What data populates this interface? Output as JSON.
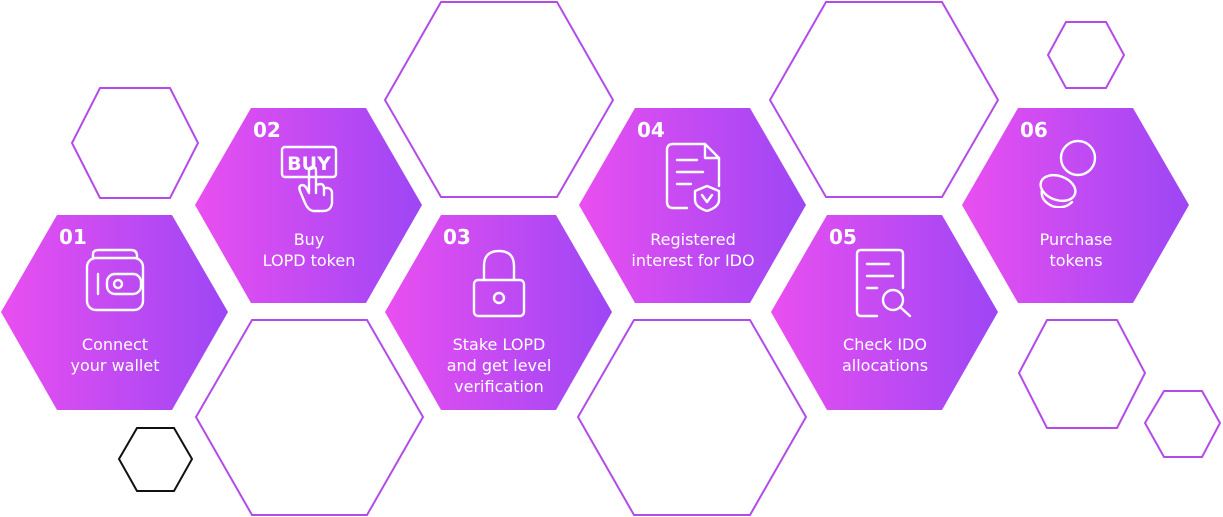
{
  "colors": {
    "gradient_start": "#e94ff0",
    "gradient_end": "#9d46f5",
    "outline": "#b44be8",
    "dark_outline": "#111111"
  },
  "steps": [
    {
      "number": "01",
      "lines": [
        "Connect",
        "your wallet"
      ],
      "icon": "wallet-icon"
    },
    {
      "number": "02",
      "lines": [
        "Buy",
        "LOPD token"
      ],
      "icon": "buy-hand-icon",
      "icon_text": "BUY"
    },
    {
      "number": "03",
      "lines": [
        "Stake LOPD",
        "and get level",
        "verification"
      ],
      "icon": "lock-icon"
    },
    {
      "number": "04",
      "lines": [
        "Registered",
        "interest for IDO"
      ],
      "icon": "document-shield-icon"
    },
    {
      "number": "05",
      "lines": [
        "Check IDO",
        "allocations"
      ],
      "icon": "document-search-icon"
    },
    {
      "number": "06",
      "lines": [
        "Purchase",
        "tokens"
      ],
      "icon": "coins-icon"
    }
  ]
}
